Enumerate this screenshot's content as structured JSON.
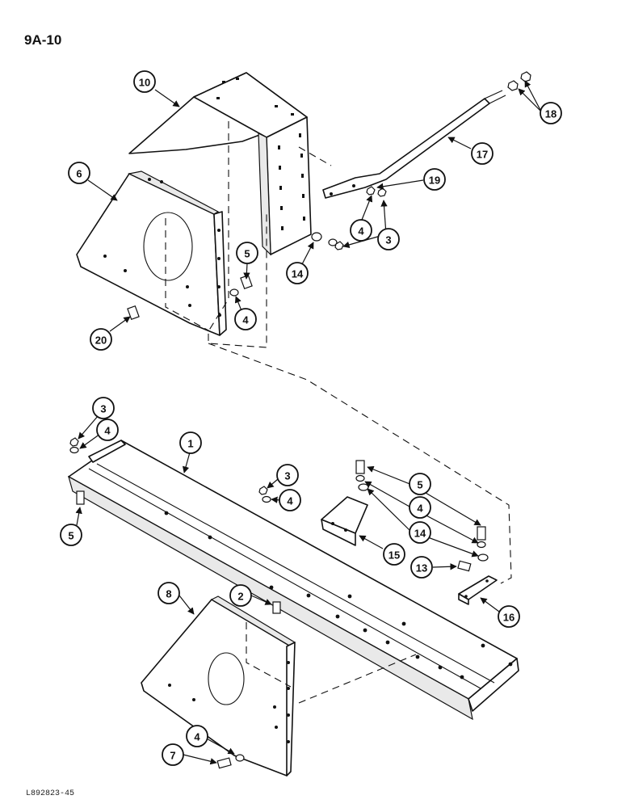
{
  "page_number": "9A-10",
  "figure_code": "L892823-45",
  "callouts": [
    "10",
    "6",
    "18",
    "17",
    "19",
    "4",
    "3",
    "14",
    "5",
    "4",
    "20",
    "3",
    "4",
    "1",
    "3",
    "4",
    "5",
    "4",
    "14",
    "5",
    "15",
    "13",
    "16",
    "8",
    "2",
    "4",
    "7"
  ]
}
